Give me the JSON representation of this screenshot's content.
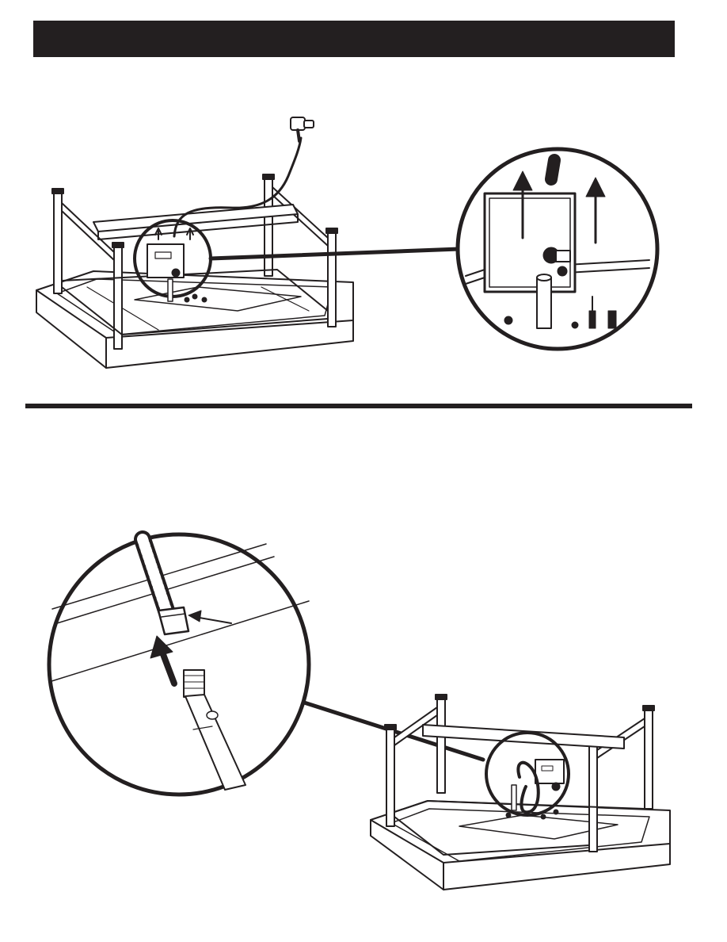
{
  "page": {
    "header_text": "",
    "colors": {
      "ink": "#231f20",
      "paper": "#ffffff"
    }
  },
  "step_1": {
    "caption": "",
    "icons": [
      "table-frame-illustration",
      "gas-hose-regulator-icon",
      "up-arrow-icon",
      "magnified-detail-circle"
    ]
  },
  "step_2": {
    "caption": "",
    "icons": [
      "table-frame-illustration",
      "magnified-detail-circle",
      "hose-fitting-icon",
      "up-arrow-icon",
      "pointer-arrow-icon"
    ]
  }
}
